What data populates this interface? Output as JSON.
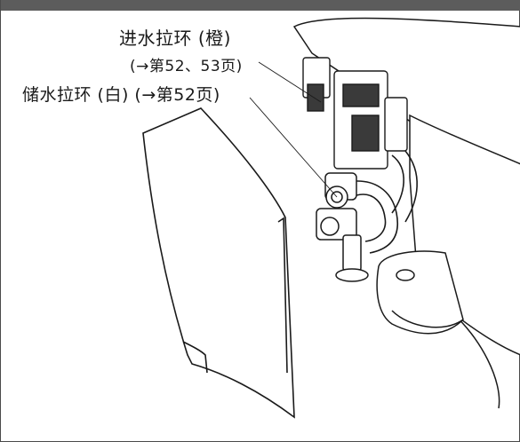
{
  "labels": {
    "inlet_ring": "进水拉环 (橙)",
    "inlet_ring_ref": "(→第52、53页)",
    "drain_ring": "储水拉环 (白) (→第52页)"
  },
  "colors": {
    "header_bar": "#5c5c5c",
    "line": "#1a1a1a",
    "shading": "#3a3a3a"
  }
}
